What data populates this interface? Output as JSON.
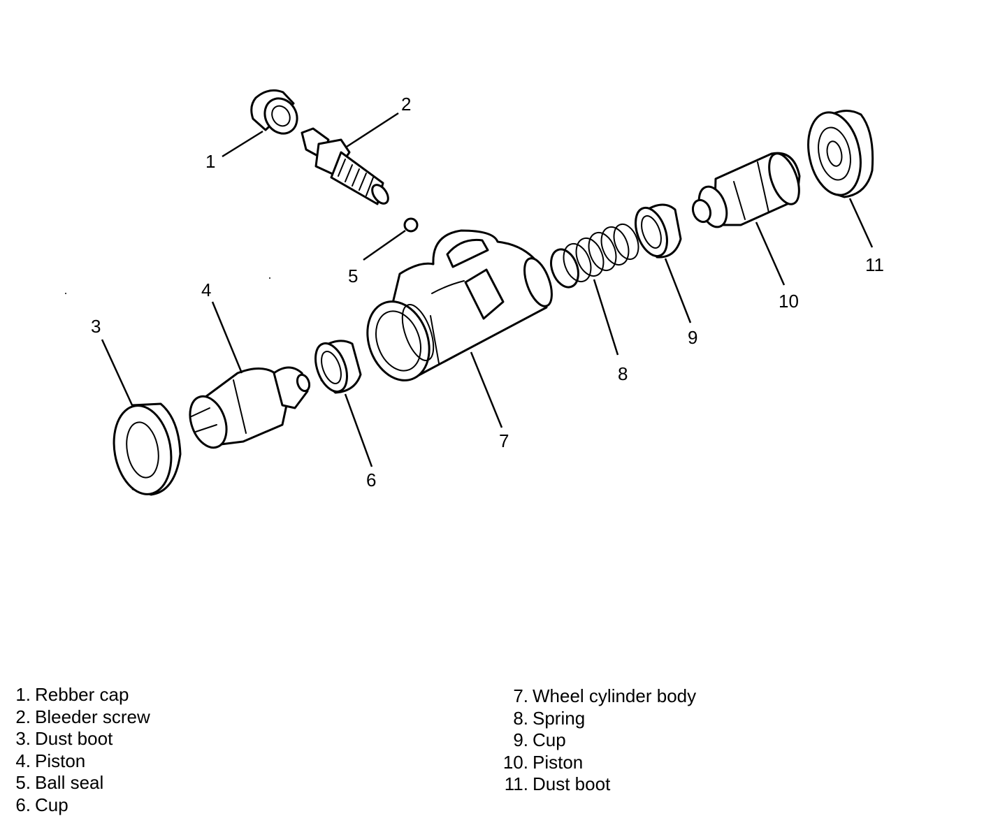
{
  "diagram": {
    "callouts": [
      "1",
      "2",
      "3",
      "4",
      "5",
      "6",
      "7",
      "8",
      "9",
      "10",
      "11"
    ]
  },
  "legend": {
    "left": [
      {
        "num": "1.",
        "name": "Rebber cap"
      },
      {
        "num": "2.",
        "name": "Bleeder screw"
      },
      {
        "num": "3.",
        "name": "Dust boot"
      },
      {
        "num": "4.",
        "name": "Piston"
      },
      {
        "num": "5.",
        "name": "Ball seal"
      },
      {
        "num": "6.",
        "name": "Cup"
      }
    ],
    "right": [
      {
        "num": "7.",
        "name": "Wheel cylinder body"
      },
      {
        "num": "8.",
        "name": "Spring"
      },
      {
        "num": "9.",
        "name": "Cup"
      },
      {
        "num": "10.",
        "name": "Piston"
      },
      {
        "num": "11.",
        "name": "Dust boot"
      }
    ]
  }
}
